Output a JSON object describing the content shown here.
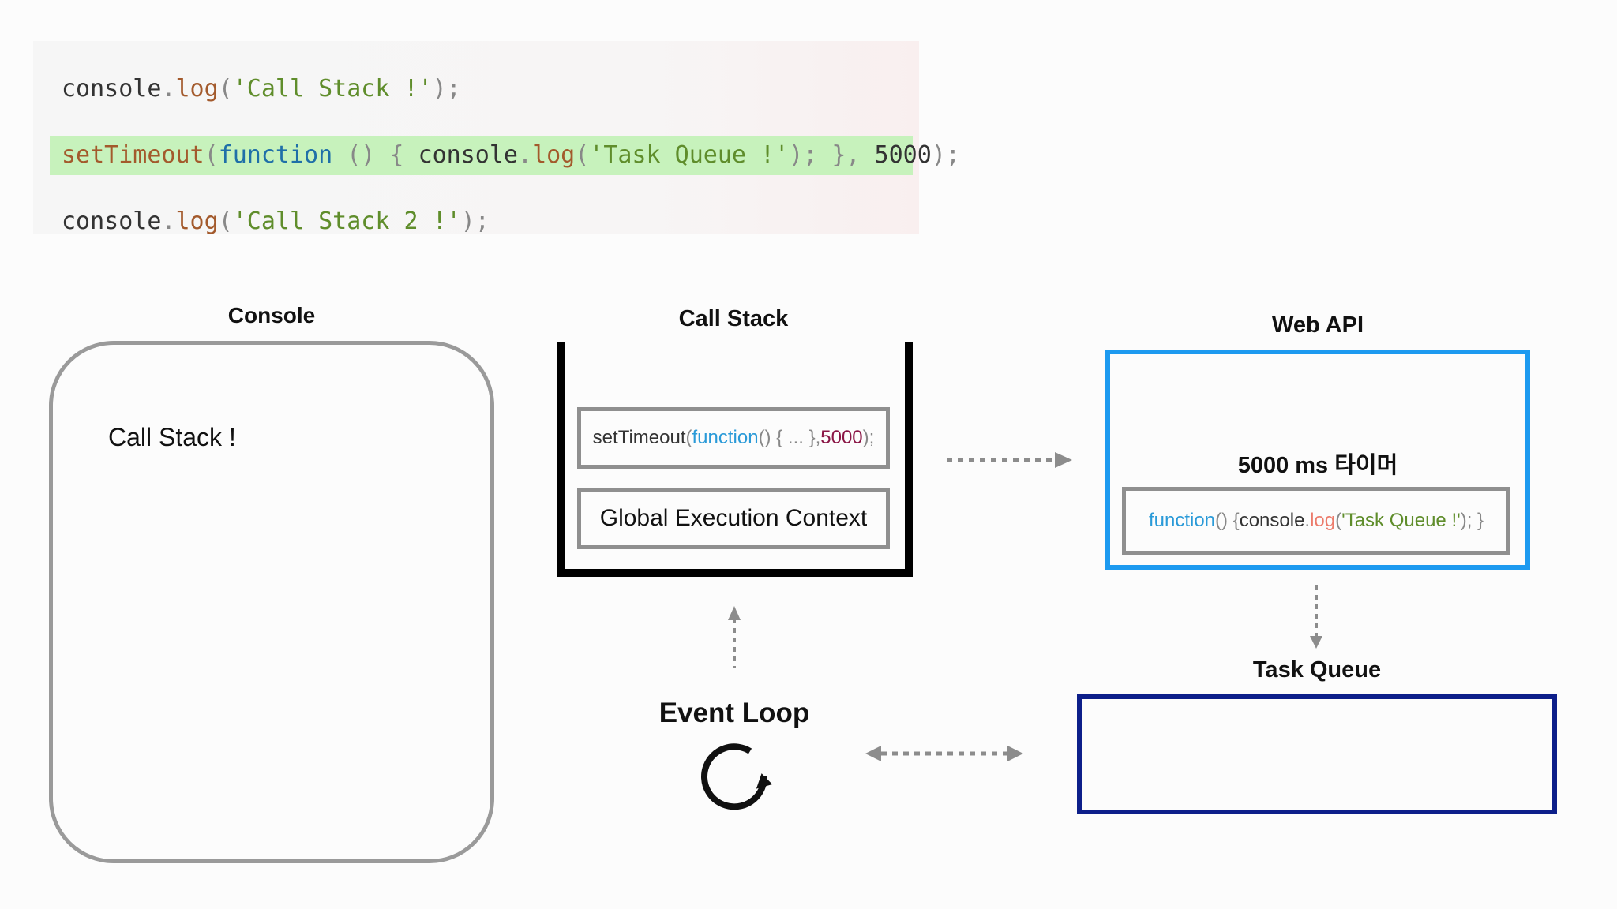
{
  "code": {
    "line1": {
      "obj": "console",
      "dot": ".",
      "fn": "log",
      "open": "(",
      "str": "'Call Stack !'",
      "close": ");"
    },
    "line2": {
      "fn": "setTimeout",
      "open": "(",
      "kw": "function",
      "parens": " () { ",
      "obj": "console",
      "dot": ".",
      "fn2": "log",
      "open2": "(",
      "str": "'Task Queue !'",
      "close2": "); },",
      "num": " 5000",
      "close": ");"
    },
    "line3": {
      "obj": "console",
      "dot": ".",
      "fn": "log",
      "open": "(",
      "str": "'Call Stack 2 !'",
      "close": ");"
    }
  },
  "console": {
    "title": "Console",
    "output": "Call Stack !"
  },
  "call_stack": {
    "title": "Call Stack",
    "frame_top": {
      "fn": "setTimeout",
      "open": "(",
      "kw": "function",
      "rest": "() { ... }, ",
      "num": "5000",
      "close": ");"
    },
    "frame_bottom": "Global Execution Context"
  },
  "web_api": {
    "title": "Web API",
    "timer": "5000 ms 타이머",
    "callback": {
      "kw": "function",
      "p1": "() { ",
      "obj": "console",
      "dot": ".",
      "fn": "log",
      "open": "(",
      "str": "'Task Queue !'",
      "close": "); }"
    }
  },
  "task_queue": {
    "title": "Task Queue"
  },
  "event_loop": {
    "title": "Event Loop",
    "icon": "refresh-cycle-icon"
  },
  "colors": {
    "highlight": "#c7f2bc",
    "web_api_border": "#1d9af0",
    "task_queue_border": "#0d1f8a",
    "arrow": "#8c8c8c"
  }
}
